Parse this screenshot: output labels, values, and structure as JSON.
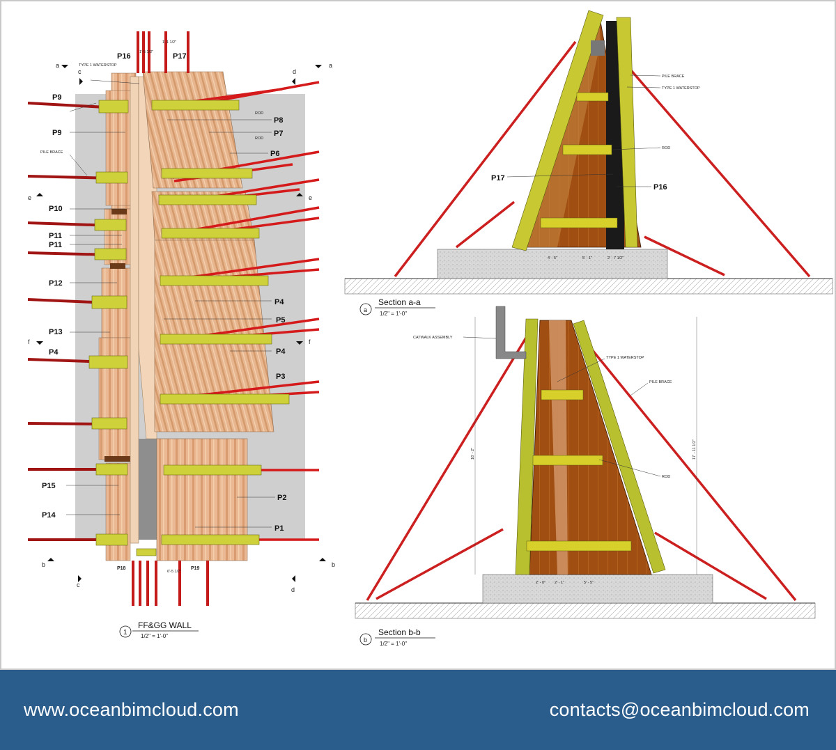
{
  "drawing": {
    "main_view": {
      "number": "1",
      "title": "FF&GG WALL",
      "scale": "1/2\" = 1'-0\"",
      "panel_labels": [
        "P1",
        "P2",
        "P3",
        "P4",
        "P4",
        "P4",
        "P5",
        "P6",
        "P7",
        "P8",
        "P9",
        "P9",
        "P10",
        "P11",
        "P11",
        "P12",
        "P13",
        "P14",
        "P15",
        "P16",
        "P17",
        "P18",
        "P19"
      ],
      "notes": {
        "waterstop": "TYPE 1 WATERSTOP",
        "pile_brace": "PILE BRACE",
        "rod1": "ROD",
        "rod2": "ROD"
      },
      "section_marks": {
        "a": "a",
        "b": "b",
        "c": "c",
        "d": "d",
        "e": "e",
        "f": "f"
      },
      "dims": {
        "top1": "1'-5 1/2\"",
        "top2": "1'-1 1/2\"",
        "bottom": "6'-5 1/2\""
      }
    },
    "section_a": {
      "mark": "a",
      "title": "Section a-a",
      "scale": "1/2\" = 1'-0\"",
      "labels": {
        "left": "P17",
        "right": "P16"
      },
      "notes": {
        "pile_brace": "PILE BRACE",
        "waterstop": "TYPE 1 WATERSTOP",
        "rod": "ROD"
      },
      "dims": {
        "d1": "4' - 5\"",
        "d2": "5' - 1\"",
        "d3": "2' - 7 1/2\""
      }
    },
    "section_b": {
      "mark": "b",
      "title": "Section b-b",
      "scale": "1/2\" = 1'-0\"",
      "notes": {
        "catwalk": "CATWALK ASSEMBLY",
        "waterstop": "TYPE 1 WATERSTOP",
        "pile_brace": "PILE BRACE",
        "rod": "ROD"
      },
      "dims": {
        "d1": "2' - 0\"",
        "d2": "2' - 1\"",
        "d3": "5' - 5\"",
        "h_left": "16' - 2\"",
        "h_right": "17' - 11 1/2\""
      }
    }
  },
  "footer": {
    "website": "www.oceanbimcloud.com",
    "email": "contacts@oceanbimcloud.com"
  },
  "colors": {
    "footer_bg": "#2b5d8c",
    "rod_red": "#c41a1a",
    "brace_yellow": "#c8c832",
    "plywood_light": "#e8b890",
    "plywood_dark": "#9a4a10"
  }
}
